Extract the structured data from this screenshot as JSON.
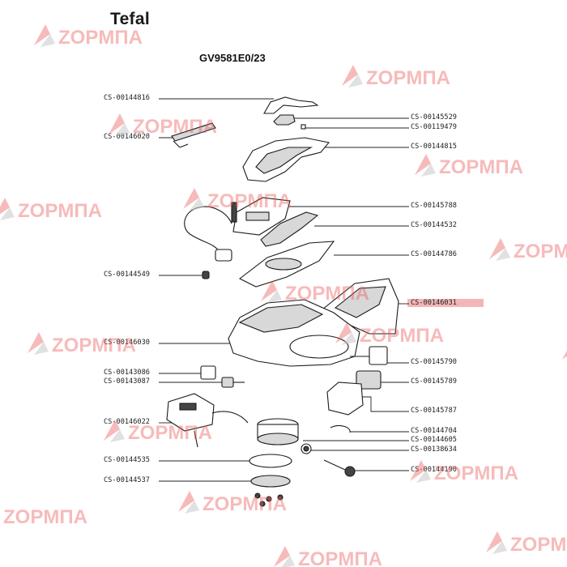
{
  "brand": "Tefal",
  "model": "GV9581E0/23",
  "watermark_text": "ZOPMПA",
  "highlight_color": "#f3b6b6",
  "left_labels": [
    "CS-00144816",
    "CS-00146020",
    "CS-00144549",
    "CS-00146030",
    "CS-00143086",
    "CS-00143087",
    "CS-00146022",
    "CS-00144535",
    "CS-00144537"
  ],
  "right_labels": [
    "CS-00145529",
    "CS-00119479",
    "CS-00144815",
    "CS-00145788",
    "CS-00144532",
    "CS-00144786",
    "CS-00146031",
    "CS-00145790",
    "CS-00145789",
    "CS-00145787",
    "CS-00144704",
    "CS-00144605",
    "CS-00138634",
    "CS-00144190"
  ]
}
